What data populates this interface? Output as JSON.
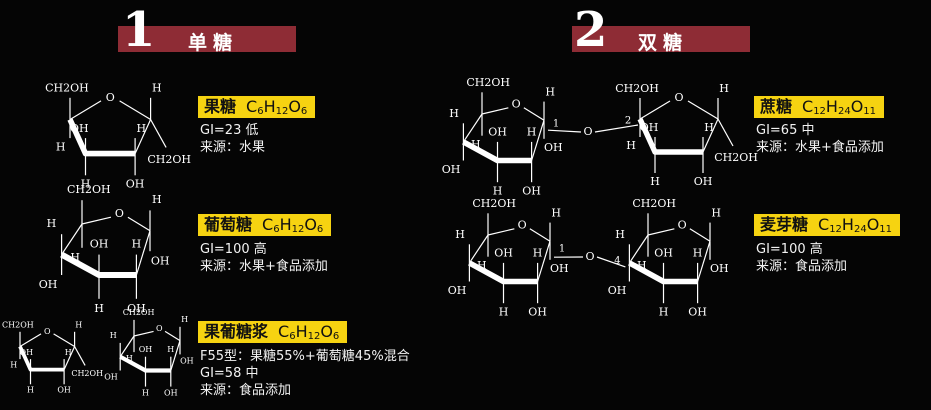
{
  "sections": [
    {
      "number": "1",
      "title": "单糖"
    },
    {
      "number": "2",
      "title": "双糖"
    }
  ],
  "sugars": [
    {
      "name": "果糖",
      "formula_html": "C<sub>6</sub>H<sub>12</sub>O<sub>6</sub>",
      "lines": [
        "GI=23 低",
        "来源：水果"
      ]
    },
    {
      "name": "葡萄糖",
      "formula_html": "C<sub>6</sub>H<sub>12</sub>O<sub>6</sub>",
      "lines": [
        "GI=100 高",
        "来源：水果+食品添加"
      ]
    },
    {
      "name": "果葡糖浆",
      "formula_html": "C<sub>6</sub>H<sub>12</sub>O<sub>6</sub>",
      "lines": [
        "F55型：果糖55%+葡萄糖45%混合",
        "GI=58 中",
        "来源：食品添加"
      ]
    },
    {
      "name": "蔗糖",
      "formula_html": "C<sub>12</sub>H<sub>24</sub>O<sub>11</sub>",
      "lines": [
        "GI=65 中",
        "来源：水果+食品添加"
      ]
    },
    {
      "name": "麦芽糖",
      "formula_html": "C<sub>12</sub>H<sub>24</sub>O<sub>11</sub>",
      "lines": [
        "GI=100 高",
        "来源：食品添加"
      ]
    }
  ],
  "molecule_labels": {
    "ch2oh": "CH2OH",
    "h": "H",
    "oh": "OH",
    "o": "O",
    "link1": "1",
    "link2": "2",
    "link4": "4"
  },
  "colors": {
    "label_bg": "#f6d311",
    "header_bar": "#8e2c35",
    "background": "#050505"
  }
}
